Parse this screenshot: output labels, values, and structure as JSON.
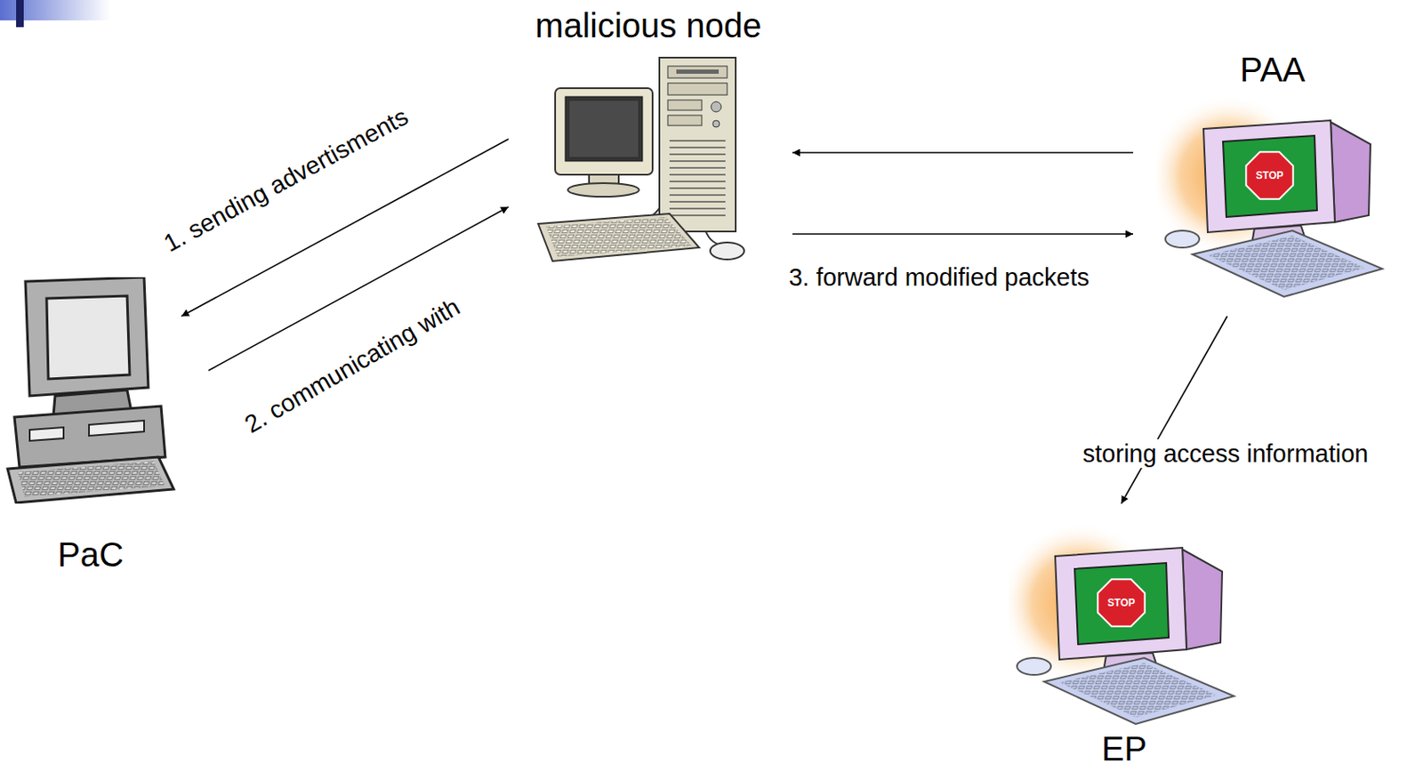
{
  "diagram": {
    "nodes": [
      {
        "text": [
          "malicious node"
        ]
      },
      {
        "text": [
          "PAA"
        ]
      },
      {
        "text": [
          "PaC"
        ]
      },
      {
        "text": [
          "EP"
        ]
      }
    ],
    "edges": [
      {
        "from": 0,
        "to": 2,
        "label": "1. sending advertisments",
        "arrow": "to"
      },
      {
        "from": 2,
        "to": 0,
        "label": "2. communicating with",
        "arrow": "to"
      },
      {
        "from": 1,
        "to": 0,
        "arrow": "to"
      },
      {
        "from": 0,
        "to": 1,
        "label": "3. forward modified packets",
        "arrow": "to"
      },
      {
        "from": 1,
        "to": 3,
        "label": "storing access information",
        "arrow": "to"
      }
    ],
    "labels": [
      "STOP",
      "STOP"
    ]
  }
}
